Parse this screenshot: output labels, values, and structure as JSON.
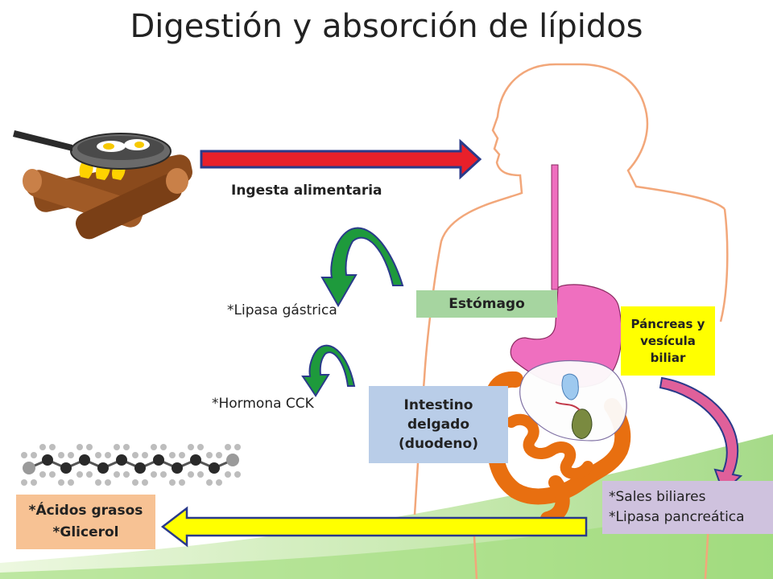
{
  "title": "Digestión y absorción de lípidos",
  "labels": {
    "ingesta": "Ingesta alimentaria",
    "lipasa_gastrica": "*Lipasa gástrica",
    "hormona_cck": "*Hormona CCK"
  },
  "boxes": {
    "estomago": {
      "text": "Estómago",
      "color": "#a6d5a0"
    },
    "pancreas": {
      "lines": [
        "Páncreas y",
        "vesícula",
        "biliar"
      ],
      "color": "#ffff00"
    },
    "intestino": {
      "lines": [
        "Intestino",
        "delgado",
        "(duodeno)"
      ],
      "color": "#b9cde8"
    },
    "sales": {
      "lines": [
        "*Sales biliares",
        "*Lipasa pancreática"
      ],
      "color": "#cfc2de"
    },
    "acidos": {
      "lines": [
        "*Ácidos grasos",
        "*Glicerol"
      ],
      "color": "#f7c294"
    }
  },
  "colors": {
    "red_arrow": "#e8202a",
    "yellow_arrow": "#ffff00",
    "green_arrow": "#1e9a3c",
    "pink_arrow": "#e0609a",
    "body_outline": "#f2a77a",
    "stomach": "#ef6fbf",
    "intestine": "#e86f10"
  },
  "icons": {
    "frying_pan": "frying-pan-icon",
    "molecule": "fatty-acid-molecule-icon"
  }
}
